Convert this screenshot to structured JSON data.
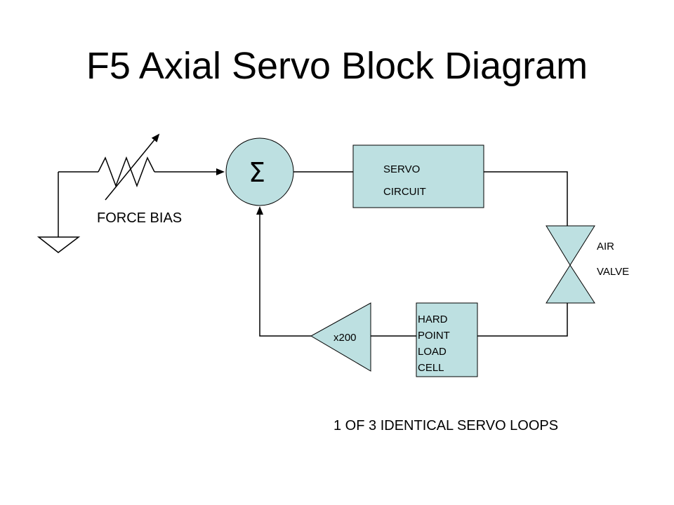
{
  "title": "F5 Axial Servo Block Diagram",
  "blocks": {
    "summing_junction": "Σ",
    "servo_circuit": {
      "line1": "SERVO",
      "line2": "CIRCUIT"
    },
    "air_valve": {
      "line1": "AIR",
      "line2": "VALVE"
    },
    "load_cell": {
      "line1": "HARD",
      "line2": "POINT",
      "line3": "LOAD",
      "line4": "CELL"
    },
    "amplifier": "x200"
  },
  "force_bias_label": "FORCE BIAS",
  "caption": "1 OF 3 IDENTICAL SERVO LOOPS",
  "colors": {
    "block_fill": "#bde0e1",
    "line": "#000000"
  }
}
